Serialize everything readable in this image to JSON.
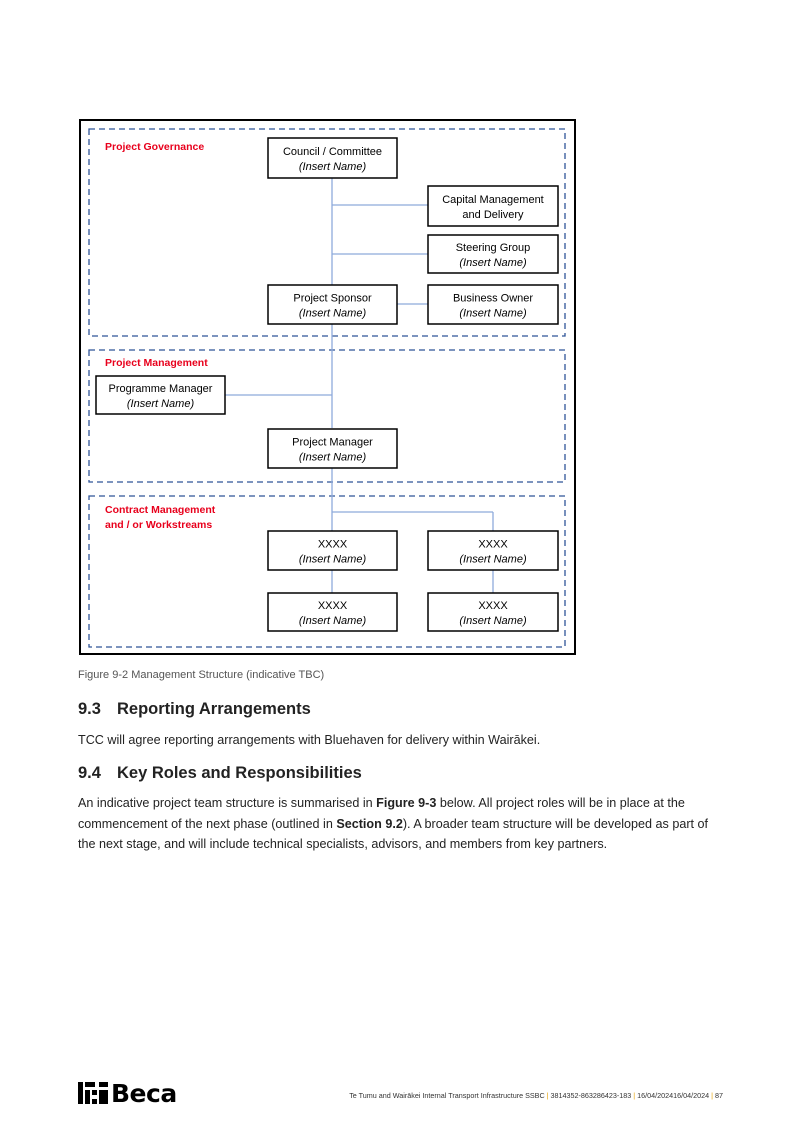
{
  "diagram": {
    "sections": {
      "governance": "Project Governance",
      "management": "Project Management",
      "contract_line1": "Contract Management",
      "contract_line2": "and / or Workstreams"
    },
    "boxes": {
      "council": [
        "Council / Committee",
        "(Insert Name)"
      ],
      "capital": [
        "Capital Management",
        "and Delivery"
      ],
      "steering": [
        "Steering Group",
        "(Insert Name)"
      ],
      "sponsor": [
        "Project Sponsor",
        "(Insert Name)"
      ],
      "business_owner": [
        "Business Owner",
        "(Insert Name)"
      ],
      "programme_manager": [
        "Programme Manager",
        "(Insert Name)"
      ],
      "project_manager": [
        "Project Manager",
        "(Insert Name)"
      ],
      "ws1_top": [
        "XXXX",
        "(Insert Name)"
      ],
      "ws2_top": [
        "XXXX",
        "(Insert Name)"
      ],
      "ws1_bottom": [
        "XXXX",
        "(Insert Name)"
      ],
      "ws2_bottom": [
        "XXXX",
        "(Insert Name)"
      ]
    }
  },
  "caption": "Figure 9-2 Management Structure (indicative TBC)",
  "section_93": {
    "number": "9.3",
    "title": "Reporting Arrangements",
    "body": "TCC will agree reporting arrangements with Bluehaven for delivery within Wairākei."
  },
  "section_94": {
    "number": "9.4",
    "title": "Key Roles and Responsibilities",
    "body_1": "An indicative project team structure is summarised in ",
    "body_ref1": "Figure 9-3",
    "body_2": " below. All project roles will be in place at the commencement of the next phase (outlined in ",
    "body_ref2": "Section 9.2",
    "body_3": "). A broader team structure will be developed as part of the next stage, and will include technical specialists, advisors, and members from key partners."
  },
  "footer": {
    "logo_text": "Beca",
    "doc_title": "Te Tumu and Wairākei Internal Transport Infrastructure SSBC",
    "doc_ref": "3814352-863286423-183",
    "date": "16/04/202416/04/2024",
    "page": "87"
  },
  "colors": {
    "section_label": "#e8001c",
    "dashed_border": "#2f5597",
    "connector": "#8eaadb",
    "footer_separator": "#e8a100"
  }
}
